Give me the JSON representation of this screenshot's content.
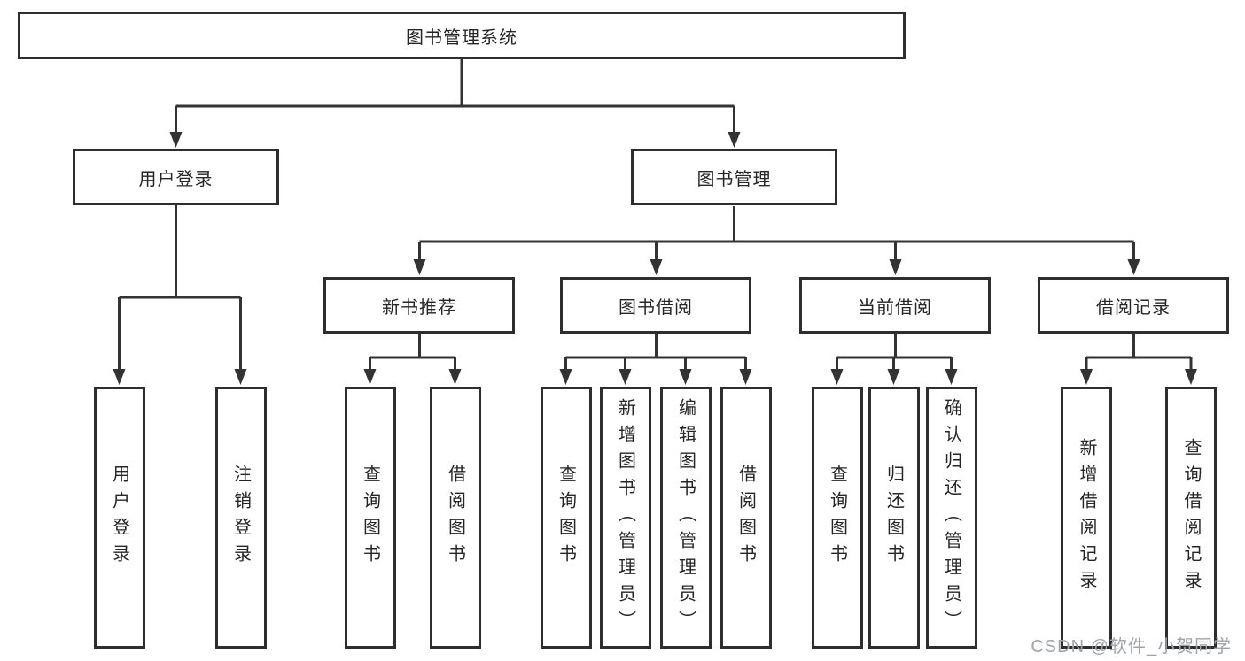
{
  "title": "图书管理系统",
  "tree": {
    "root": {
      "label": "图书管理系统"
    },
    "branches": [
      {
        "label": "用户登录",
        "children": [
          {
            "label": "用户登录"
          },
          {
            "label": "注销登录"
          }
        ]
      },
      {
        "label": "图书管理",
        "children": [
          {
            "label": "新书推荐",
            "children": [
              {
                "label": "查询图书"
              },
              {
                "label": "借阅图书"
              }
            ]
          },
          {
            "label": "图书借阅",
            "children": [
              {
                "label": "查询图书"
              },
              {
                "label": "新增图书（管理员）"
              },
              {
                "label": "编辑图书（管理员）"
              },
              {
                "label": "借阅图书"
              }
            ]
          },
          {
            "label": "当前借阅",
            "children": [
              {
                "label": "查询图书"
              },
              {
                "label": "归还图书"
              },
              {
                "label": "确认归还（管理员）"
              }
            ]
          },
          {
            "label": "借阅记录",
            "children": [
              {
                "label": "新增借阅记录"
              },
              {
                "label": "查询借阅记录"
              }
            ]
          }
        ]
      }
    ]
  },
  "watermark": "CSDN @软件_小贺同学",
  "colors": {
    "line": "#333333",
    "box_border": "#2e2e2e",
    "text": "#262626",
    "watermark": "#a0a3aa",
    "background": "#ffffff"
  }
}
